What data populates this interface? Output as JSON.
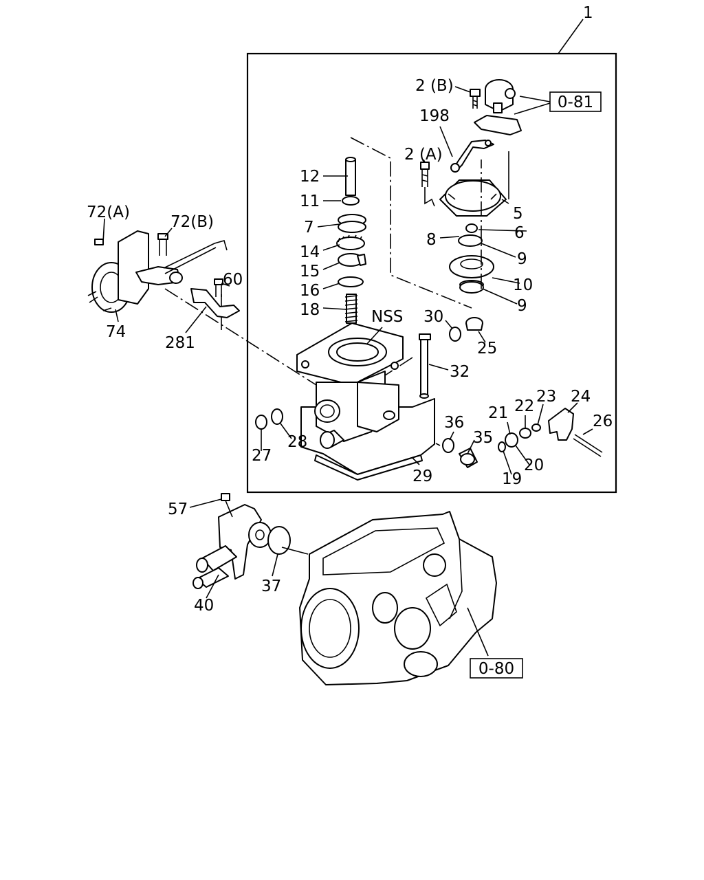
{
  "labels": {
    "l1": "1",
    "l2b": "2 (B)",
    "l2a": "2 (A)",
    "l198": "198",
    "l12": "12",
    "l11": "11",
    "l7": "7",
    "l14": "14",
    "l15": "15",
    "l16": "16",
    "l18": "18",
    "l5": "5",
    "l6": "6",
    "l8": "8",
    "l9a": "9",
    "l10": "10",
    "l9b": "9",
    "lnss": "NSS",
    "l30": "30",
    "l25": "25",
    "l32": "32",
    "l72a": "72(A)",
    "l72b": "72(B)",
    "l60": "60",
    "l74": "74",
    "l281": "281",
    "l27": "27",
    "l28": "28",
    "l36": "36",
    "l35": "35",
    "l29": "29",
    "l21": "21",
    "l22": "22",
    "l23": "23",
    "l24": "24",
    "l26": "26",
    "l20": "20",
    "l19": "19",
    "l57": "57",
    "l37": "37",
    "l40": "40"
  },
  "refs": {
    "r081": "0-81",
    "r080": "0-80"
  }
}
